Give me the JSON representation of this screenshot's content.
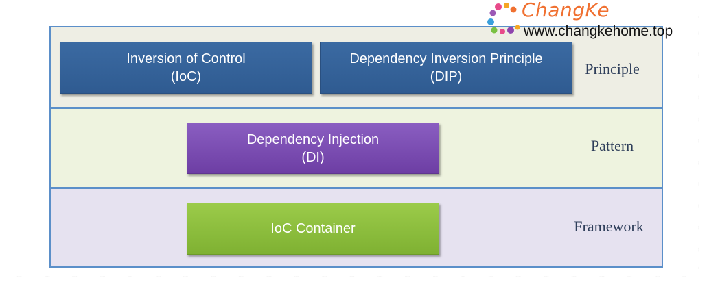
{
  "layers": {
    "principle": {
      "label": "Principle",
      "boxes": [
        {
          "line1": "Inversion of Control",
          "line2": "(IoC)"
        },
        {
          "line1": "Dependency Inversion Principle",
          "line2": "(DIP)"
        }
      ]
    },
    "pattern": {
      "label": "Pattern",
      "boxes": [
        {
          "line1": "Dependency Injection",
          "line2": "(DI)"
        }
      ]
    },
    "framework": {
      "label": "Framework",
      "boxes": [
        {
          "line1": "IoC Container"
        }
      ]
    }
  },
  "watermark": {
    "brand": "ChangKe",
    "url": "www.changkehome.top"
  },
  "colors": {
    "principle_box": "#3466a0",
    "pattern_box": "#7a4db3",
    "framework_box": "#8cbf3f",
    "layer_border": "#5b8fc9",
    "brand": "#f07030"
  }
}
